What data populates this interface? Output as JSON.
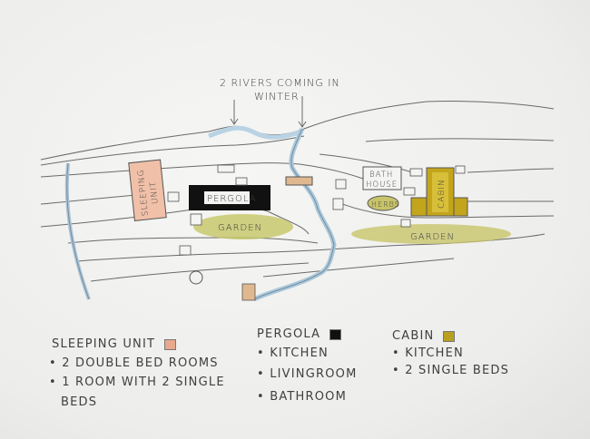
{
  "map": {
    "annotation_line1": "2 RIVERS COMING IN",
    "annotation_line2": "WINTER",
    "labels": {
      "sleeping_unit_1": "SLEEPING",
      "sleeping_unit_2": "UNIT",
      "pergola": "PERGOLA",
      "garden_left": "GARDEN",
      "bath_house_1": "BATH",
      "bath_house_2": "HOUSE",
      "herbs": "HERBS",
      "cabin": "CABIN",
      "garden_right": "GARDEN"
    }
  },
  "legend": {
    "sleeping_unit": {
      "title": "SLEEPING UNIT",
      "color": "#e8a98c",
      "items": [
        "• 2 DOUBLE BED ROOMS",
        "• 1 ROOM WITH 2 SINGLE",
        "BEDS"
      ]
    },
    "pergola": {
      "title": "PERGOLA",
      "color": "#111111",
      "items": [
        "• KITCHEN",
        "• LIVINGROOM",
        "• BATHROOM"
      ]
    },
    "cabin": {
      "title": "CABIN",
      "color": "#b8a020",
      "items": [
        "• KITCHEN",
        "• 2 SINGLE BEDS"
      ]
    }
  }
}
